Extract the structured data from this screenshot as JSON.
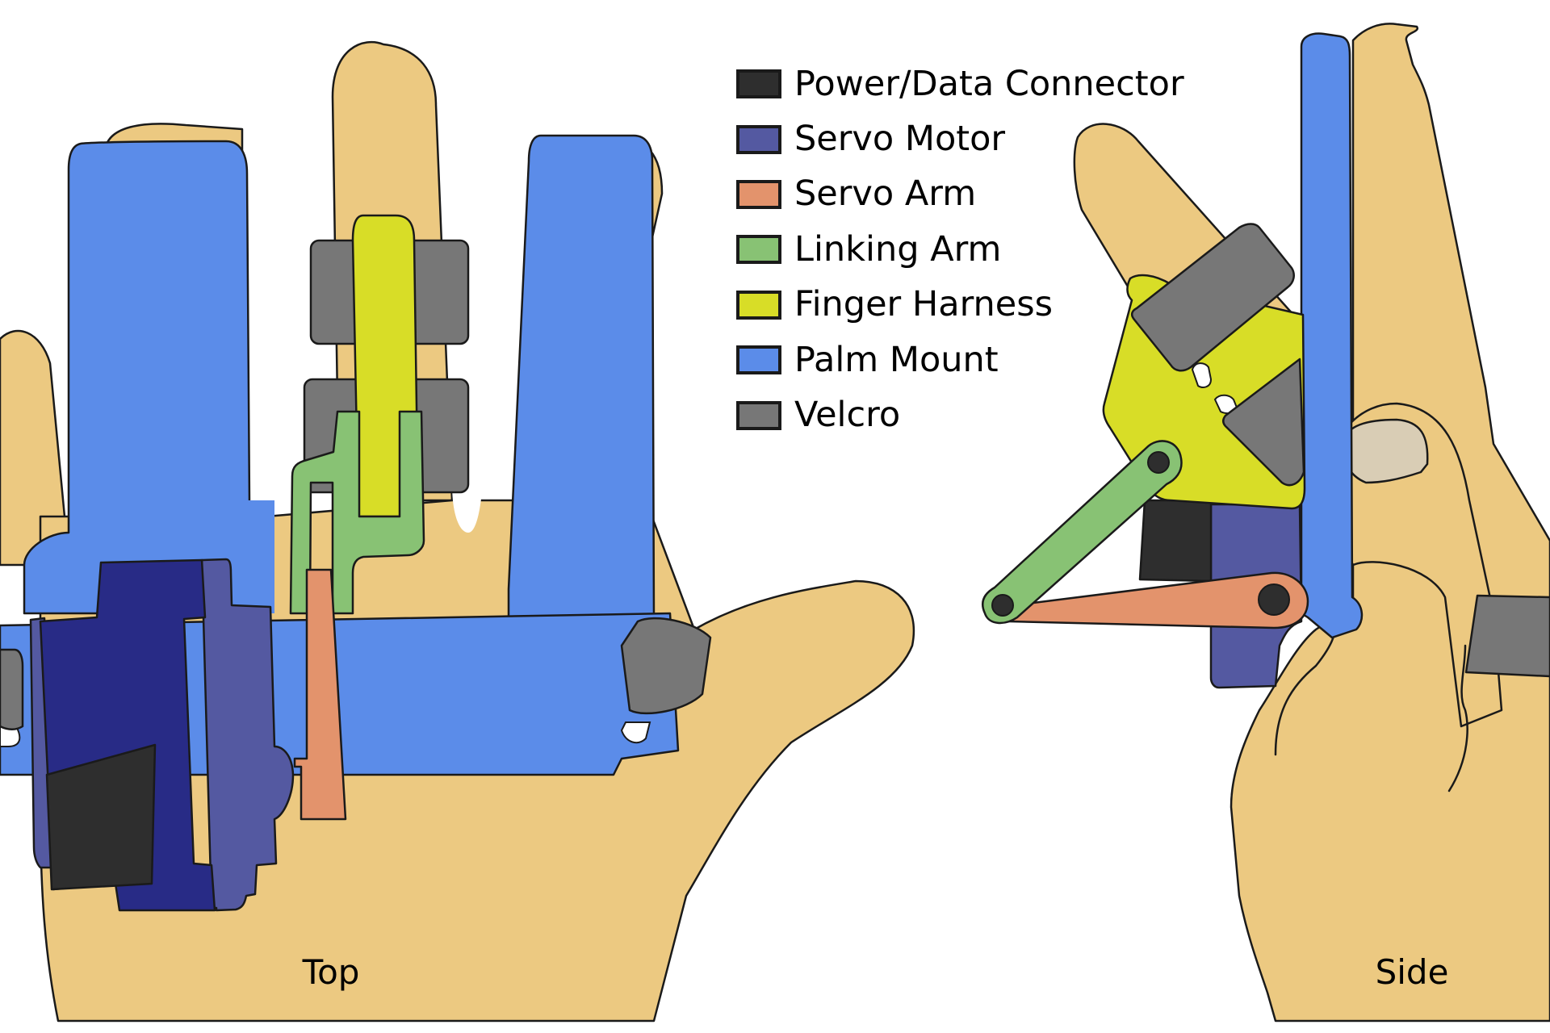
{
  "legend": {
    "items": [
      {
        "id": "power-data-connector",
        "label": "Power/Data Connector",
        "color": "#2e2e2e"
      },
      {
        "id": "servo-motor",
        "label": "Servo Motor",
        "color": "#5459a1"
      },
      {
        "id": "servo-arm",
        "label": "Servo Arm",
        "color": "#e3936c"
      },
      {
        "id": "linking-arm",
        "label": "Linking Arm",
        "color": "#88c274"
      },
      {
        "id": "finger-harness",
        "label": "Finger Harness",
        "color": "#d8dd27"
      },
      {
        "id": "palm-mount",
        "label": "Palm Mount",
        "color": "#5b8ce9"
      },
      {
        "id": "velcro",
        "label": "Velcro",
        "color": "#777777"
      }
    ]
  },
  "views": {
    "top": {
      "label": "Top"
    },
    "side": {
      "label": "Side"
    }
  },
  "colors": {
    "skin": "#ecc981",
    "nail": "#d9cdb5",
    "servo_body_dark": "#282b86",
    "background": "#ffffff"
  }
}
